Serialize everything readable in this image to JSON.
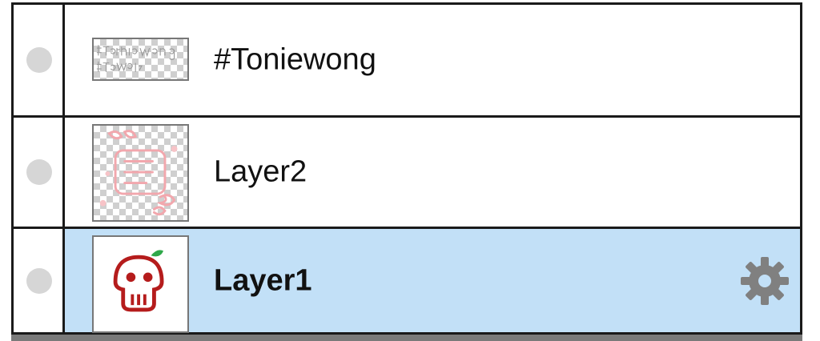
{
  "layers": [
    {
      "name": "#Toniewong",
      "selected": false,
      "thumbnail": "text-thumbnail"
    },
    {
      "name": "Layer2",
      "selected": false,
      "thumbnail": "pink-sketch-thumbnail"
    },
    {
      "name": "Layer1",
      "selected": true,
      "thumbnail": "mushroom-thumbnail"
    }
  ],
  "icons": {
    "visibility": "visibility-dot-icon",
    "settings": "gear-icon"
  },
  "colors": {
    "selected_row": "#c2e0f7",
    "border": "#1a1a1a",
    "gear": "#808080",
    "mushroom": "#b51c1c",
    "leaf": "#2fa84a",
    "sketch_pink": "#f2a7ad"
  }
}
